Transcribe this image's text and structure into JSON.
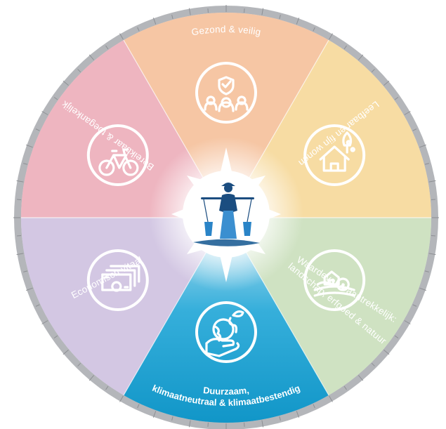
{
  "segments": [
    {
      "id": "gezond",
      "label": "Gezond & veilig",
      "color": "#f6c6a4",
      "icon": "shield-people-icon"
    },
    {
      "id": "leefbaar",
      "label": "Leefbaar en fijn wonen",
      "color": "#f7dca3",
      "icon": "house-tree-icon"
    },
    {
      "id": "waardevol",
      "label_line1": "Waardevol & aantrekkelijk:",
      "label_line2": "landschap, erfgoed & natuur",
      "color": "#cfe2c2",
      "icon": "landscape-icon"
    },
    {
      "id": "duurzaam",
      "label_line1": "Duurzaam,",
      "label_line2": "klimaatneutraal & klimaatbestendig",
      "color": "#1aa3d1",
      "icon": "hand-globe-icon"
    },
    {
      "id": "economisch",
      "label": "Economisch vitaal",
      "color": "#d3c7e3",
      "icon": "money-icon"
    },
    {
      "id": "bereikbaar",
      "label": "Bereikbaar & toegankelijk",
      "color": "#eeb5c0",
      "icon": "bicycle-icon"
    }
  ],
  "center": {
    "icon": "milkmaid-icon"
  },
  "colors": {
    "rim": "#b4b6ba",
    "tick": "#8d8f93",
    "icon_stroke": "#ffffff"
  }
}
